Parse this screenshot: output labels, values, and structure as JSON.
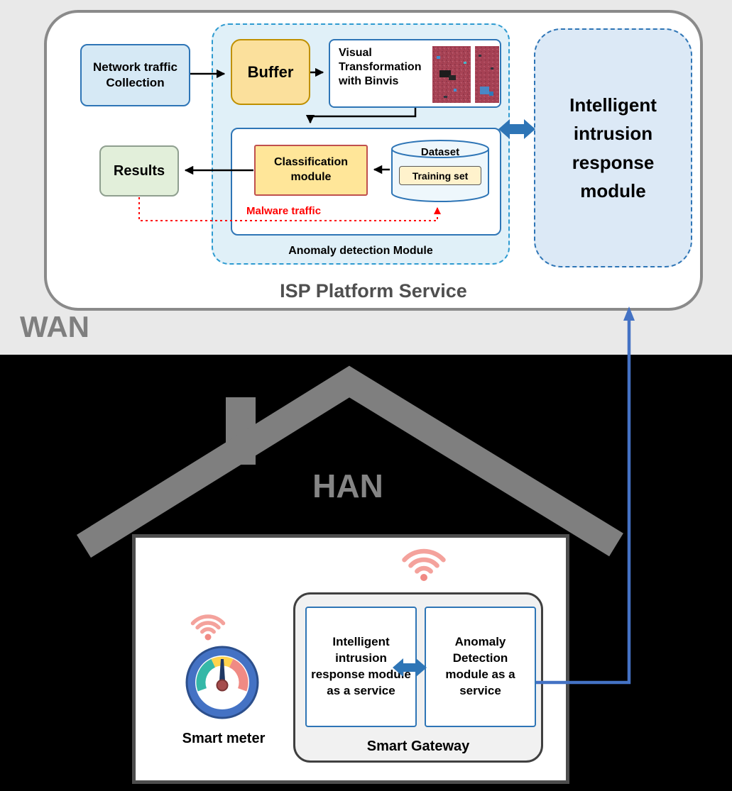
{
  "labels": {
    "wan": "WAN",
    "han": "HAN",
    "isp_title": "ISP Platform Service"
  },
  "isp": {
    "network_traffic_collection": "Network traffic Collection",
    "buffer": "Buffer",
    "visual_transformation": "Visual Transformation with Binvis",
    "anomaly_module": "Anomaly detection Module",
    "classification_module": "Classification module",
    "dataset": "Dataset",
    "training_set": "Training set",
    "results": "Results",
    "malware_traffic": "Malware traffic",
    "intrusion_response": "Intelligent intrusion response module"
  },
  "han": {
    "smart_meter": "Smart meter",
    "smart_gateway": "Smart Gateway",
    "intrusion_service": "Intelligent intrusion response module as a service",
    "anomaly_service": "Anomaly Detection module as a service"
  },
  "icons": {
    "wifi": "wifi-arcs",
    "smart_meter": "gauge-dial"
  },
  "colors": {
    "accent_blue": "#2e75b6",
    "uplink_blue": "#4472c4",
    "malware_red": "#ff0000",
    "wifi_pink": "#f4a29c",
    "gray_label": "#7f7f7f",
    "buffer_yellow": "#fbe09c",
    "classification_yellow": "#ffe699",
    "results_green": "#e2efda",
    "pale_blue_fill": "#dce9f6"
  }
}
